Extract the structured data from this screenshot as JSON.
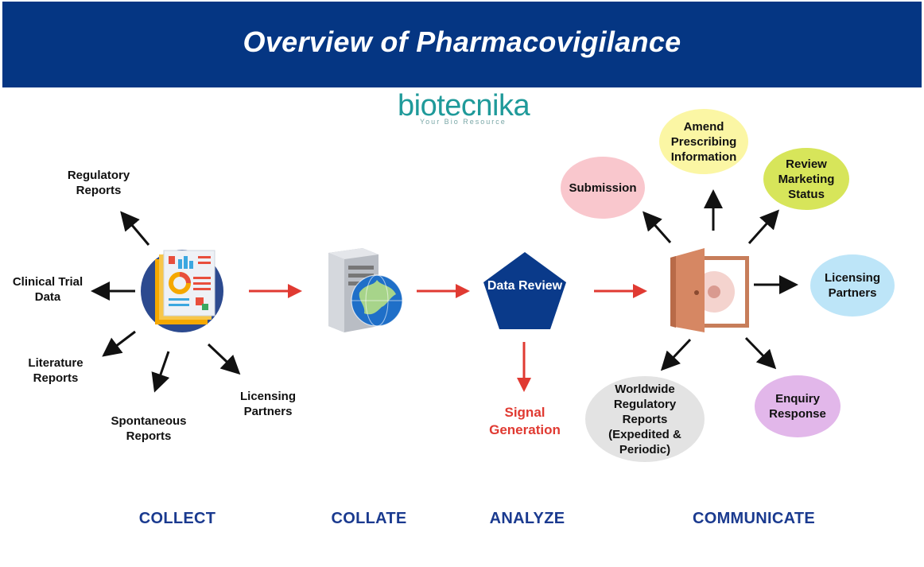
{
  "header": {
    "title": "Overview of Pharmacovigilance"
  },
  "logo": {
    "name": "biotecnika",
    "tagline": "Your Bio Resource"
  },
  "collect": {
    "stage_label": "COLLECT",
    "sources": [
      "Regulatory Reports",
      "Clinical Trial Data",
      "Literature Reports",
      "Spontaneous Reports",
      "Licensing Partners"
    ]
  },
  "collate": {
    "stage_label": "COLLATE"
  },
  "analyze": {
    "stage_label": "ANALYZE",
    "node": "Data Review",
    "output": "Signal Generation"
  },
  "communicate": {
    "stage_label": "COMMUNICATE",
    "outputs": [
      {
        "label": "Submission",
        "color": "#f9c7cd"
      },
      {
        "label": "Amend Prescribing Information",
        "color": "#fbf6a4"
      },
      {
        "label": "Review Marketing Status",
        "color": "#d7e55a"
      },
      {
        "label": "Licensing Partners",
        "color": "#bde5f8"
      },
      {
        "label": "Enquiry Response",
        "color": "#e2b7ea"
      },
      {
        "label": "Worldwide Regulatory Reports (Expedited & Periodic)",
        "color": "#e3e3e3"
      }
    ]
  },
  "colors": {
    "banner": "#053683",
    "flow_arrow": "#e03a32",
    "stage_label": "#1a3a8f",
    "pentagon": "#0a3a8a"
  },
  "icons": [
    "report-document-icon",
    "server-globe-icon",
    "open-door-icon"
  ]
}
